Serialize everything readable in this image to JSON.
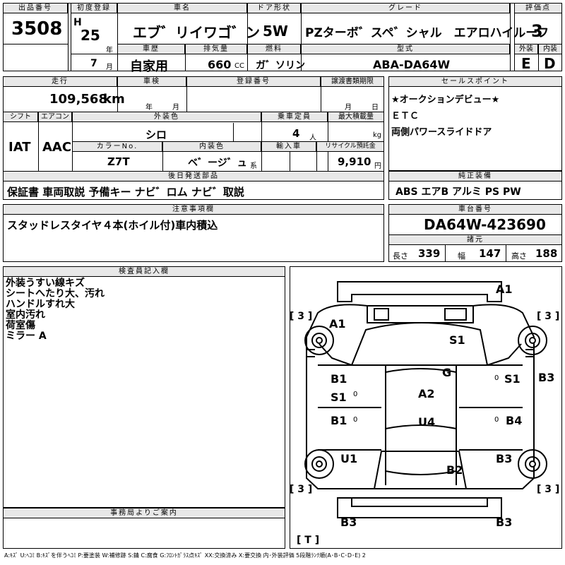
{
  "header": {
    "lot_no_label": "出品番号",
    "lot_no": "3508",
    "first_reg_label": "初度登録",
    "era": "H",
    "year": "25",
    "year_unit": "年",
    "month": "7",
    "month_unit": "月",
    "car_name_label": "車名",
    "car_name": "エブ゛リイワゴ゛ン",
    "door_label": "ドア形状",
    "door": "5W",
    "grade_label": "グレード",
    "grade": "PZターボ゛スペ゛シャル　エアロハイルーフ",
    "score_label": "評価点",
    "score": "3",
    "history_label": "車歴",
    "history": "自家用",
    "displacement_label": "排気量",
    "displacement": "660",
    "displacement_unit": "CC",
    "fuel_label": "燃料",
    "fuel": "ガ゛ソリン",
    "model_label": "型式",
    "model": "ABA-DA64W",
    "exterior_label": "外装",
    "exterior": "E",
    "interior_label": "内装",
    "interior": "D"
  },
  "row2": {
    "mileage_label": "走行",
    "mileage": "109,568",
    "mileage_unit": "km",
    "inspection_label": "車検",
    "inspection_year": "年",
    "inspection_month": "月",
    "plate_label": "登録番号",
    "transfer_label": "譲渡書類期限",
    "transfer_month": "月",
    "transfer_day": "日",
    "shift_label": "シフト",
    "shift": "IAT",
    "ac_label": "エアコン",
    "ac": "AAC",
    "ext_color_label": "外装色",
    "ext_color": "シロ",
    "capacity_label": "乗車定員",
    "capacity": "4",
    "capacity_unit": "人",
    "load_label": "最大積載量",
    "load_unit": "kg",
    "color_no_label": "カラーNo.",
    "color_no": "Z7T",
    "int_color_label": "内装色",
    "int_color": "ベ゛ージ゛ュ",
    "int_color_unit": "系",
    "import_label": "輸入車",
    "recycle_label": "リサイクル預託金",
    "recycle": "9,910",
    "recycle_unit": "円",
    "later_parts_label": "後日発送部品",
    "later_parts": "保証書 車両取説 予備キー ナビ゛ロム ナビ゛取説"
  },
  "sales_points": {
    "label": "セールスポイント",
    "items": [
      "★オークションデビュー★",
      "ＥＴＣ",
      "両側パワースライドドア"
    ]
  },
  "equipment": {
    "label": "純正装備",
    "value": "ABS エアB アルミ PS PW"
  },
  "notes": {
    "label": "注意事項欄",
    "value": "スタッドレスタイヤ４本(ホイル付)車内積込"
  },
  "chassis": {
    "label": "車台番号",
    "value": "DA64W-423690",
    "spec_label": "諸元",
    "length_label": "長さ",
    "length": "339",
    "width_label": "幅",
    "width": "147",
    "height_label": "高さ",
    "height": "188"
  },
  "inspector": {
    "label": "検査員記入欄",
    "lines": [
      "外装うすい線キズ",
      "シートへたり大、汚れ",
      "ハンドルすれ大",
      "室内汚れ",
      "荷室傷",
      "ミラー A"
    ]
  },
  "office": {
    "label": "事務局よりご案内"
  },
  "diagram": {
    "tire_fl": "[ 3 ]",
    "tire_fr": "[ 3 ]",
    "tire_rl": "[ 3 ]",
    "tire_rr": "[ 3 ]",
    "tire_t": "[ T ]",
    "front_bumper": "A1",
    "fender_l": "A1",
    "windshield": "S1",
    "hood_g": "G",
    "door_fl_b": "B1",
    "door_fl_s": "S1",
    "door_fr": "S1",
    "fender_r": "B3",
    "roof": "A2",
    "door_rl": "B1",
    "roof_rear": "U4",
    "door_rr": "B4",
    "quarter_l": "U1",
    "tailgate": "B2",
    "quarter_r": "B3",
    "rear_bumper_l": "B3",
    "rear_bumper_r": "B3",
    "small_0a": "0",
    "small_0b": "0",
    "small_0c": "0",
    "small_0d": "0"
  },
  "legend": "A:ｷｽﾞ U:ﾍｺﾐ B:ｷｽﾞを伴うﾍｺﾐ P:要塗装 W:補修跡 S:錆 C:腐食 G:ﾌﾛﾝﾄｶﾞﾗｽ点ｷｽﾞ XX:交換済み X:要交換 内･外装評価 5段階ﾗﾝｸ順(A･B･C･D･E) 2"
}
